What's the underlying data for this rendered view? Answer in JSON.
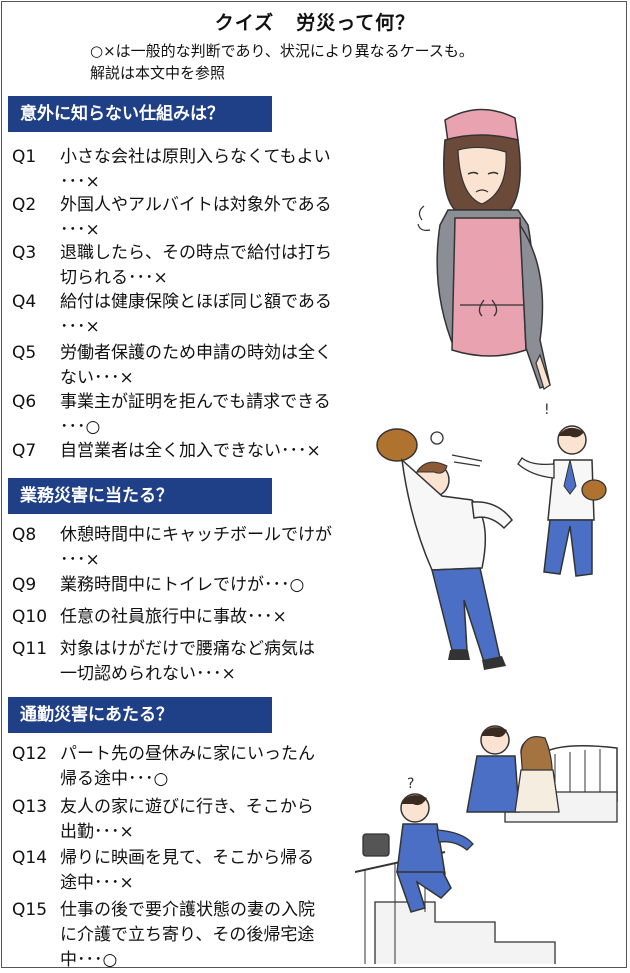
{
  "title": {
    "part1": "クイズ",
    "part2": "労災って何？"
  },
  "notes": [
    "○×は一般的な判断であり、状況により異なるケースも。",
    "解説は本文中を参照"
  ],
  "sections": [
    {
      "heading": "意外に知らない仕組みは？",
      "questions": [
        {
          "num": "Q1",
          "lines": [
            "小さな会社は原則入らなくてもよい",
            "･･･×"
          ]
        },
        {
          "num": "Q2",
          "lines": [
            "外国人やアルバイトは対象外である",
            "･･･×"
          ]
        },
        {
          "num": "Q3",
          "lines": [
            "退職したら、その時点で給付は打ち",
            "切られる･･･×"
          ]
        },
        {
          "num": "Q4",
          "lines": [
            "給付は健康保険とほぼ同じ額である",
            "･･･×"
          ]
        },
        {
          "num": "Q5",
          "lines": [
            "労働者保護のため申請の時効は全く",
            "ない･･･×"
          ]
        },
        {
          "num": "Q6",
          "lines": [
            "事業主が証明を拒んでも請求できる",
            "･･･○"
          ]
        },
        {
          "num": "Q7",
          "lines": [
            "自営業者は全く加入できない･･･×"
          ]
        }
      ]
    },
    {
      "heading": "業務災害に当たる？",
      "questions": [
        {
          "num": "Q8",
          "lines": [
            "休憩時間中にキャッチボールでけが",
            "･･･×"
          ]
        },
        {
          "num": "Q9",
          "lines": [
            "業務時間中にトイレでけが･･･○"
          ]
        },
        {
          "num": "Q10",
          "lines": [
            "任意の社員旅行中に事故･･･×"
          ]
        },
        {
          "num": "Q11",
          "lines": [
            "対象はけがだけで腰痛など病気は",
            "一切認められない･･･×"
          ]
        }
      ]
    },
    {
      "heading": "通勤災害にあたる？",
      "questions": [
        {
          "num": "Q12",
          "lines": [
            "パート先の昼休みに家にいったん",
            "帰る途中･･･○"
          ]
        },
        {
          "num": "Q13",
          "lines": [
            "友人の家に遊びに行き、そこから",
            "出勤･･･×"
          ]
        },
        {
          "num": "Q14",
          "lines": [
            "帰りに映画を見て、そこから帰る",
            "途中･･･×"
          ]
        },
        {
          "num": "Q15",
          "lines": [
            "仕事の後で要介護状態の妻の入院",
            "に介護で立ち寄り、その後帰宅途",
            "中･･･○"
          ]
        }
      ]
    }
  ],
  "colors": {
    "section_bar": "#1f3f86",
    "apron": "#e8a2b0",
    "shirt_blue": "#4b6fc4"
  }
}
